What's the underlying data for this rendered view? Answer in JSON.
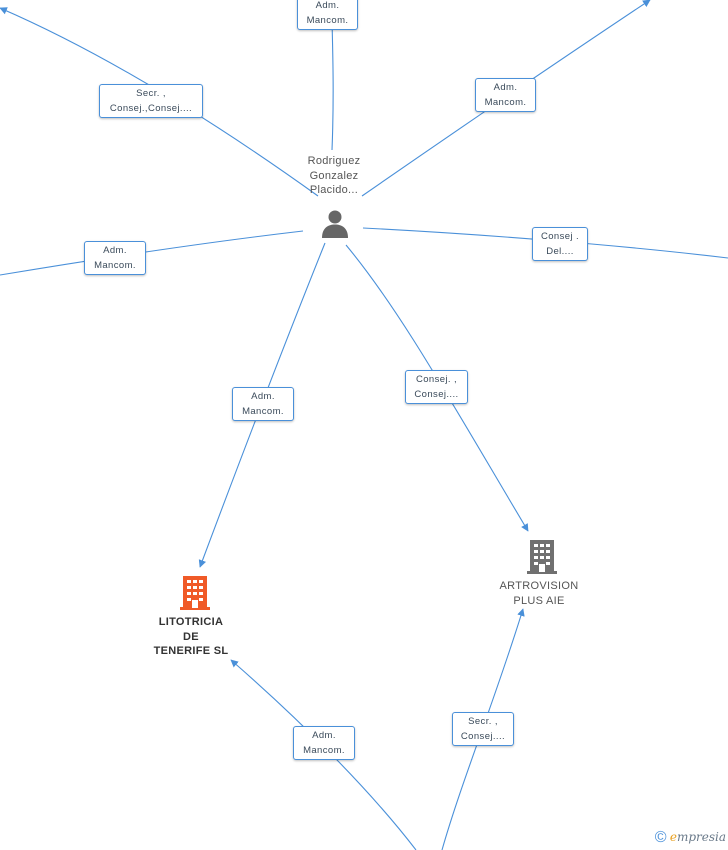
{
  "person": {
    "name_lines": [
      "Rodriguez",
      "Gonzalez",
      "Placido..."
    ],
    "icon": "person-icon",
    "icon_color": "#666666"
  },
  "companies": [
    {
      "id": "litotricia",
      "name_lines": [
        "LITOTRICIA",
        "DE",
        "TENERIFE SL"
      ],
      "icon": "building-icon",
      "icon_color": "#f05a28",
      "highlighted": true
    },
    {
      "id": "artrovision",
      "name_lines": [
        "ARTROVISION",
        "PLUS AIE"
      ],
      "icon": "building-icon",
      "icon_color": "#707070",
      "highlighted": false
    }
  ],
  "edge_labels": [
    {
      "id": "top",
      "lines": [
        "Adm.",
        "Mancom."
      ]
    },
    {
      "id": "top-left",
      "lines": [
        "Secr. ,",
        "Consej.,Consej...."
      ]
    },
    {
      "id": "top-right",
      "lines": [
        "Adm.",
        "Mancom."
      ]
    },
    {
      "id": "left",
      "lines": [
        "Adm.",
        "Mancom."
      ]
    },
    {
      "id": "right",
      "lines": [
        "Consej .",
        "Del...."
      ]
    },
    {
      "id": "to-litotricia",
      "lines": [
        "Adm.",
        "Mancom."
      ]
    },
    {
      "id": "to-artrovision",
      "lines": [
        "Consej. ,",
        "Consej...."
      ]
    },
    {
      "id": "bottom-litotricia",
      "lines": [
        "Adm.",
        "Mancom."
      ]
    },
    {
      "id": "bottom-artrovision",
      "lines": [
        "Secr. ,",
        "Consej...."
      ]
    }
  ],
  "colors": {
    "edge": "#4a90d9",
    "label_border": "#4a90d9"
  },
  "footer": {
    "copyright_symbol": "©",
    "brand_first": "e",
    "brand_rest": "mpresia"
  }
}
